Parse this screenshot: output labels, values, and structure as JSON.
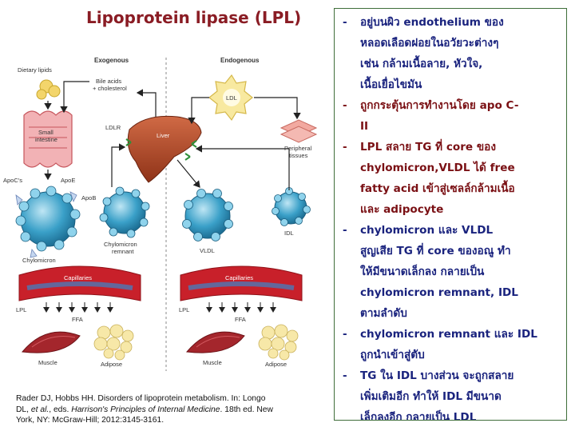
{
  "title": "Lipoprotein lipase (LPL)",
  "diagram": {
    "exogenous": "Exogenous",
    "endogenous": "Endogenous",
    "dietary_lipids": "Dietary lipids",
    "bile_acids_1": "Bile acids",
    "bile_acids_2": "+ cholesterol",
    "small_intestine_1": "Small",
    "small_intestine_2": "intestine",
    "ldlr": "LDLR",
    "liver": "Liver",
    "ldl": "LDL",
    "peripheral_1": "Peripheral",
    "peripheral_2": "tissues",
    "apoc": "ApoC's",
    "apoe": "ApoE",
    "apob": "ApoB",
    "chylomicron": "Chylomicron",
    "chylo_remnant_1": "Chylomicron",
    "chylo_remnant_2": "remnant",
    "vldl": "VLDL",
    "idl": "IDL",
    "capillaries_left": "Capillaries",
    "capillaries_right": "Capillaries",
    "lpl_left": "LPL",
    "lpl_right": "LPL",
    "ffa_left": "FFA",
    "ffa_right": "FFA",
    "muscle_left": "Muscle",
    "adipose_left": "Adipose",
    "muscle_right": "Muscle",
    "adipose_right": "Adipose"
  },
  "citation": {
    "line1": "Rader DJ, Hobbs HH. Disorders of lipoprotein metabolism. In: Longo",
    "line2a": "DL, ",
    "line2b": "et al.",
    "line2c": ", eds. ",
    "line2d": "Harrison's Principles of Internal Medicine",
    "line2e": ". 18th ed. New",
    "line3": "York, NY: McGraw-Hill; 2012:3145-3161."
  },
  "bullets": [
    {
      "color": "#1a237e",
      "lines": [
        "อยู่บนผิว endothelium ของ",
        "หลอดเลือดฝอยในอวัยวะต่างๆ",
        "เช่น  กล้ามเนื้อลาย, หัวใจ,",
        "เนื้อเยื่อไขมัน"
      ]
    },
    {
      "color": "#7a1014",
      "lines": [
        "ถูกกระตุ้นการทำงานโดย apo C-",
        "II"
      ]
    },
    {
      "color": "#7a1014",
      "lines": [
        "LPL สลาย TG ที่ core ของ",
        "chylomicron,VLDL ได้ free",
        "fatty acid เข้าสู่เซลล์กล้ามเนื้อ",
        "และ adipocyte"
      ]
    },
    {
      "color": "#1a237e",
      "lines": [
        "chylomicron และ  VLDL",
        "สูญเสีย TG ที่ core ของอณู ทำ",
        "ให้มีขนาดเล็กลง กลายเป็น",
        "chylomicron remnant, IDL",
        "ตามลำดับ"
      ]
    },
    {
      "color": "#1a237e",
      "lines": [
        "chylomicron remnant และ IDL",
        "ถูกนำเข้าสู่ตับ"
      ]
    },
    {
      "color": "#1a237e",
      "lines": [
        "TG ใน IDL บางส่วน จะถูกสลาย",
        "เพิ่มเติมอีก ทำให้ IDL มีขนาด",
        "เล็กลงอีก กลายเป็น LDL"
      ]
    }
  ],
  "colors": {
    "title": "#8a1c24",
    "particle": "#3aa0c8",
    "liver": "#b04a2a",
    "capillary": "#c8202a",
    "panel_border": "#3f6e3a"
  }
}
